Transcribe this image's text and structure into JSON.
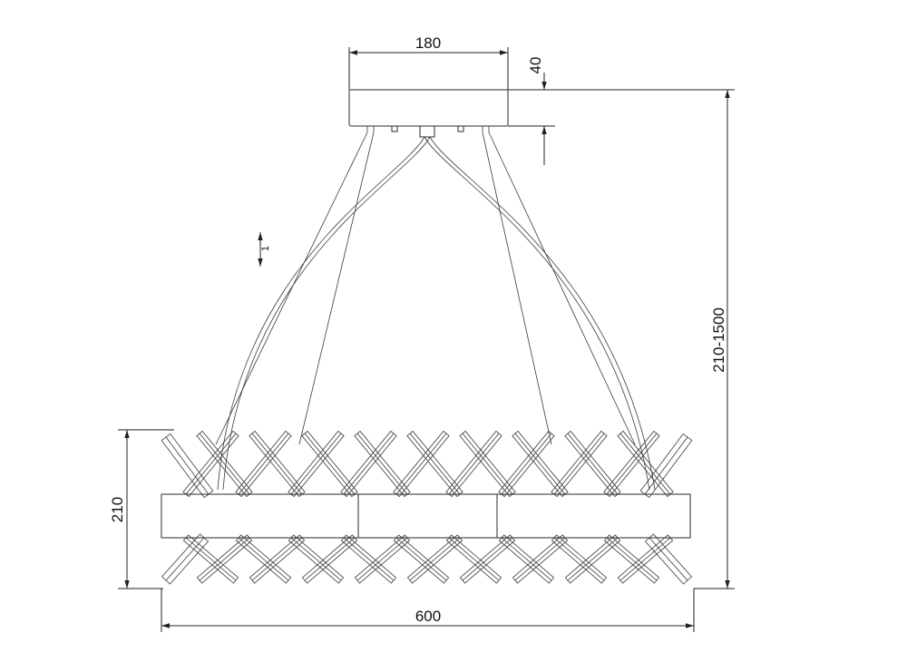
{
  "dimensions": {
    "canopy_width": "180",
    "canopy_height": "40",
    "total_height": "210-1500",
    "body_height": "210",
    "body_width": "600",
    "adjust_mark": "1"
  },
  "colors": {
    "line": "#2a2a2a",
    "background": "#ffffff"
  }
}
